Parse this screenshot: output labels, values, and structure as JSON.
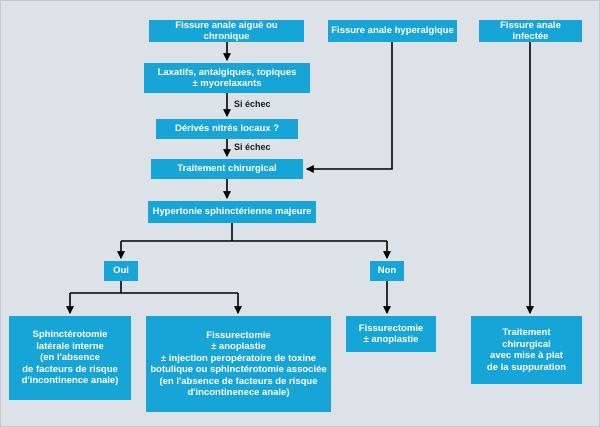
{
  "colors": {
    "box_bg": "#17a5d8",
    "box_text": "#ffffff",
    "page_bg": "#dde2e8",
    "line": "#000000",
    "label_text": "#1a1a1a"
  },
  "boxes": {
    "acute": "Fissure anale aiguë ou chronique",
    "hyperalgic": "Fissure anale hyperalgique",
    "infected": "Fissure anale infectée",
    "laxatives": "Laxatifs, antalgiques, topiques\n± myorelaxants",
    "nitrates": "Dérivés nitrés locaux ?",
    "surgery": "Traitement chirurgical",
    "hypertonia": "Hypertonie sphinctérienne majeure",
    "oui": "Oui",
    "non": "Non",
    "sphincterotomy": "Sphinctérotomie\nlatérale interne\n(en l'absence\nde facteurs de risque\nd'incontinence anale)",
    "fissurectomy_full": "Fissurectomie\n± anoplastie\n± injection peropératoire de toxine\nbotulique ou sphinctérotomie associée\n(en l'absence de facteurs de risque\nd'incontinenece anale)",
    "fissurectomy_simple": "Fissurectomie\n± anoplastie",
    "surgery_suppuration": "Traitement\nchirurgical\navec mise à plat\nde la suppuration"
  },
  "edge_labels": {
    "si_echec_1": "Si échec",
    "si_echec_2": "Si échec"
  }
}
